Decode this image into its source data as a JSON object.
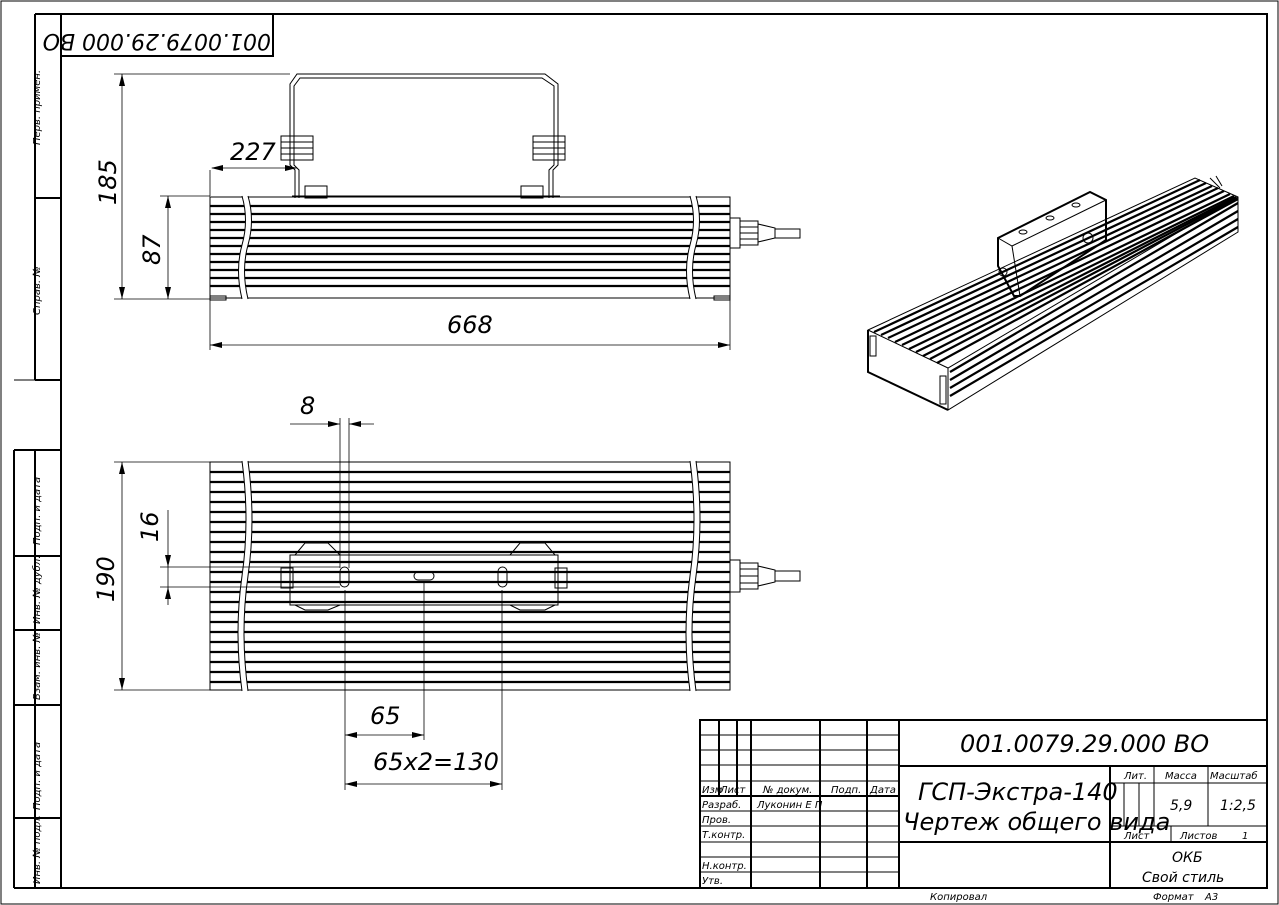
{
  "stamp_code_rotated": "001.0079.29.000 ВО",
  "sidebar": {
    "perv_primen": "Перв. примен.",
    "sprav_no": "Справ. №",
    "podp_data_1": "Подп. и дата",
    "inv_dubl": "Инв. № дубл.",
    "vzam_inv": "Взам. инв. №",
    "podp_data_2": "Подп. и дата",
    "inv_podl": "Инв. № подл."
  },
  "dims": {
    "d185": "185",
    "d87": "87",
    "d227": "227",
    "d668": "668",
    "d8": "8",
    "d16": "16",
    "d190": "190",
    "d65": "65",
    "d130": "65х2=130"
  },
  "title_block": {
    "doc_code": "001.0079.29.000 ВО",
    "product_name": "ГСП-Экстра-140",
    "doc_name": "Чертеж общего вида",
    "col_izm": "Изм",
    "col_list": "Лист",
    "col_ndokum": "№ докум.",
    "col_podp": "Подп.",
    "col_data": "Дата",
    "row_razrab": "Разраб.",
    "row_prov": "Пров.",
    "row_tkontr": "Т.контр.",
    "row_nkontr": "Н.контр.",
    "row_utv": "Утв.",
    "razrab_name": "Луконин Е П",
    "lit_label": "Лит.",
    "massa_label": "Масса",
    "masshtab_label": "Масштаб",
    "massa_value": "5,9",
    "masshtab_value": "1:2,5",
    "list_label": "Лист",
    "listov_label": "Листов",
    "listov_value": "1",
    "org_line1": "ОКБ",
    "org_line2": "Свой стиль",
    "kopiroval": "Копировал",
    "format_label": "Формат",
    "format_value": "А3"
  },
  "colors": {
    "ink": "#000000",
    "paper": "#ffffff"
  }
}
